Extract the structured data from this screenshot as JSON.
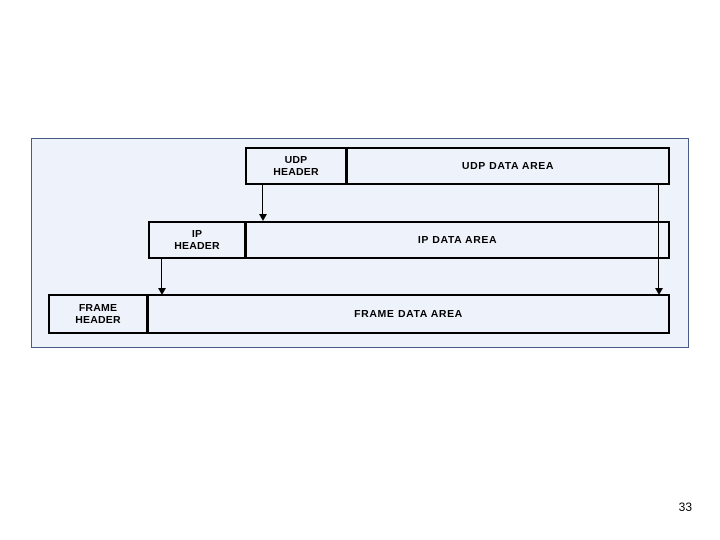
{
  "slide": {
    "page_number": "33",
    "panel": {
      "background_color": "#eef2fb",
      "border_color": "#4a5a86"
    },
    "rows": [
      {
        "name": "udp",
        "header_line1": "UDP",
        "header_line2": "HEADER",
        "data_label": "UDP DATA AREA"
      },
      {
        "name": "ip",
        "header_line1": "IP",
        "header_line2": "HEADER",
        "data_label": "IP DATA AREA"
      },
      {
        "name": "frame",
        "header_line1": "FRAME",
        "header_line2": "HEADER",
        "data_label": "FRAME DATA AREA"
      }
    ],
    "arrows": [
      {
        "name": "udp-header-to-ip-data",
        "direction": "down"
      },
      {
        "name": "udp-data-end-to-frame-data",
        "direction": "down"
      },
      {
        "name": "ip-header-to-frame-data",
        "direction": "down"
      }
    ]
  }
}
